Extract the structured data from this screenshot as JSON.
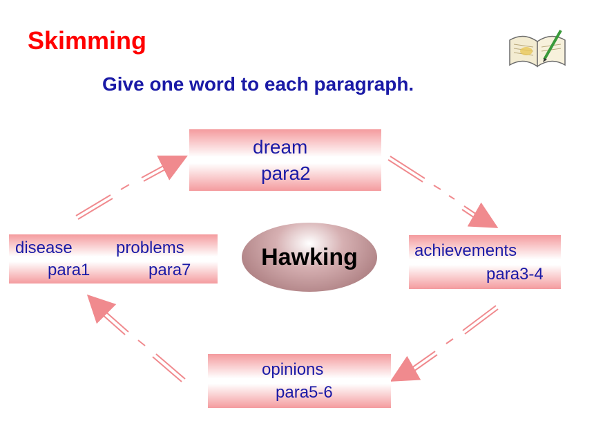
{
  "title": "Skimming",
  "subtitle": "Give one word to each paragraph.",
  "center": "Hawking",
  "nodes": {
    "top": {
      "word": "dream",
      "para": "para2"
    },
    "left": {
      "word1": "disease",
      "word2": "problems",
      "para1": "para1",
      "para2": "para7"
    },
    "right": {
      "word": "achievements",
      "para": "para3-4"
    },
    "bottom": {
      "word": "opinions",
      "para": "para5-6"
    }
  },
  "colors": {
    "title": "#ff0000",
    "text": "#1a1aa6",
    "box": "#f49b9e",
    "arrow": "#f08a8e"
  },
  "icons": [
    "open-book-with-pencil-icon"
  ]
}
